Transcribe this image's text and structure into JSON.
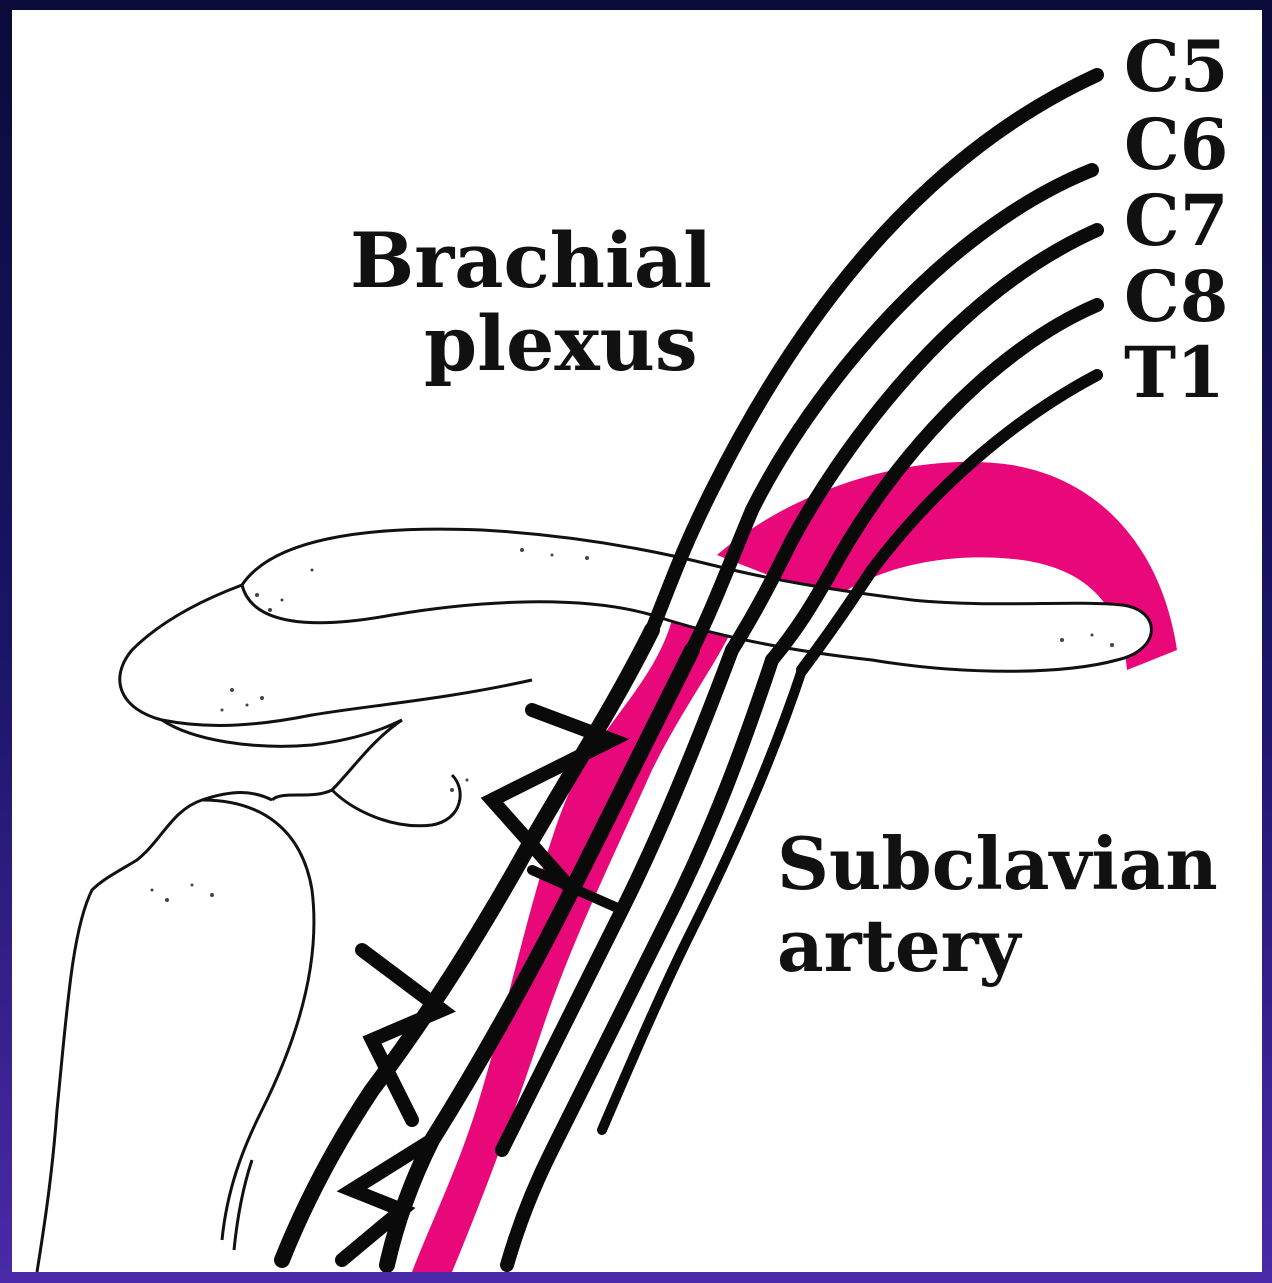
{
  "title_labels": {
    "brachial_line1": "Brachial",
    "brachial_line2": "plexus",
    "subclavian_line1": "Subclavian",
    "subclavian_line2": "artery"
  },
  "nerve_roots": [
    "C5",
    "C6",
    "C7",
    "C8",
    "T1"
  ],
  "colors": {
    "artery": "#e8087a",
    "nerve": "#0a0a0a",
    "bone_outline": "#111111",
    "background_frame": "#0b0b3a"
  }
}
